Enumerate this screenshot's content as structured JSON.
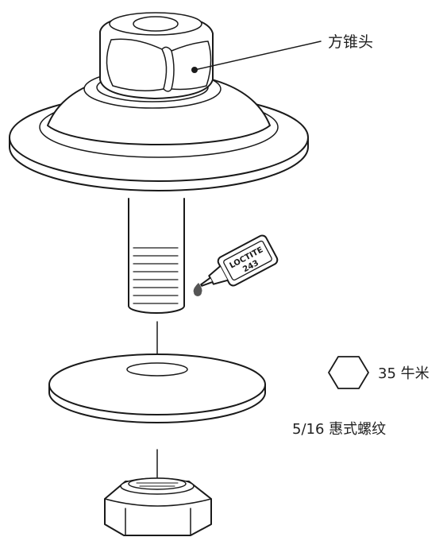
{
  "labels": {
    "cone_head": "方锥头",
    "torque": "35 牛米",
    "thread": "5/16 惠式螺纹"
  },
  "loctite": {
    "brand": "LOCTITE",
    "number": "243"
  },
  "icons": {
    "torque_symbol": "hexagon-icon"
  },
  "colors": {
    "stroke": "#1a1a1a",
    "fill": "#ffffff",
    "drop": "#555555"
  }
}
